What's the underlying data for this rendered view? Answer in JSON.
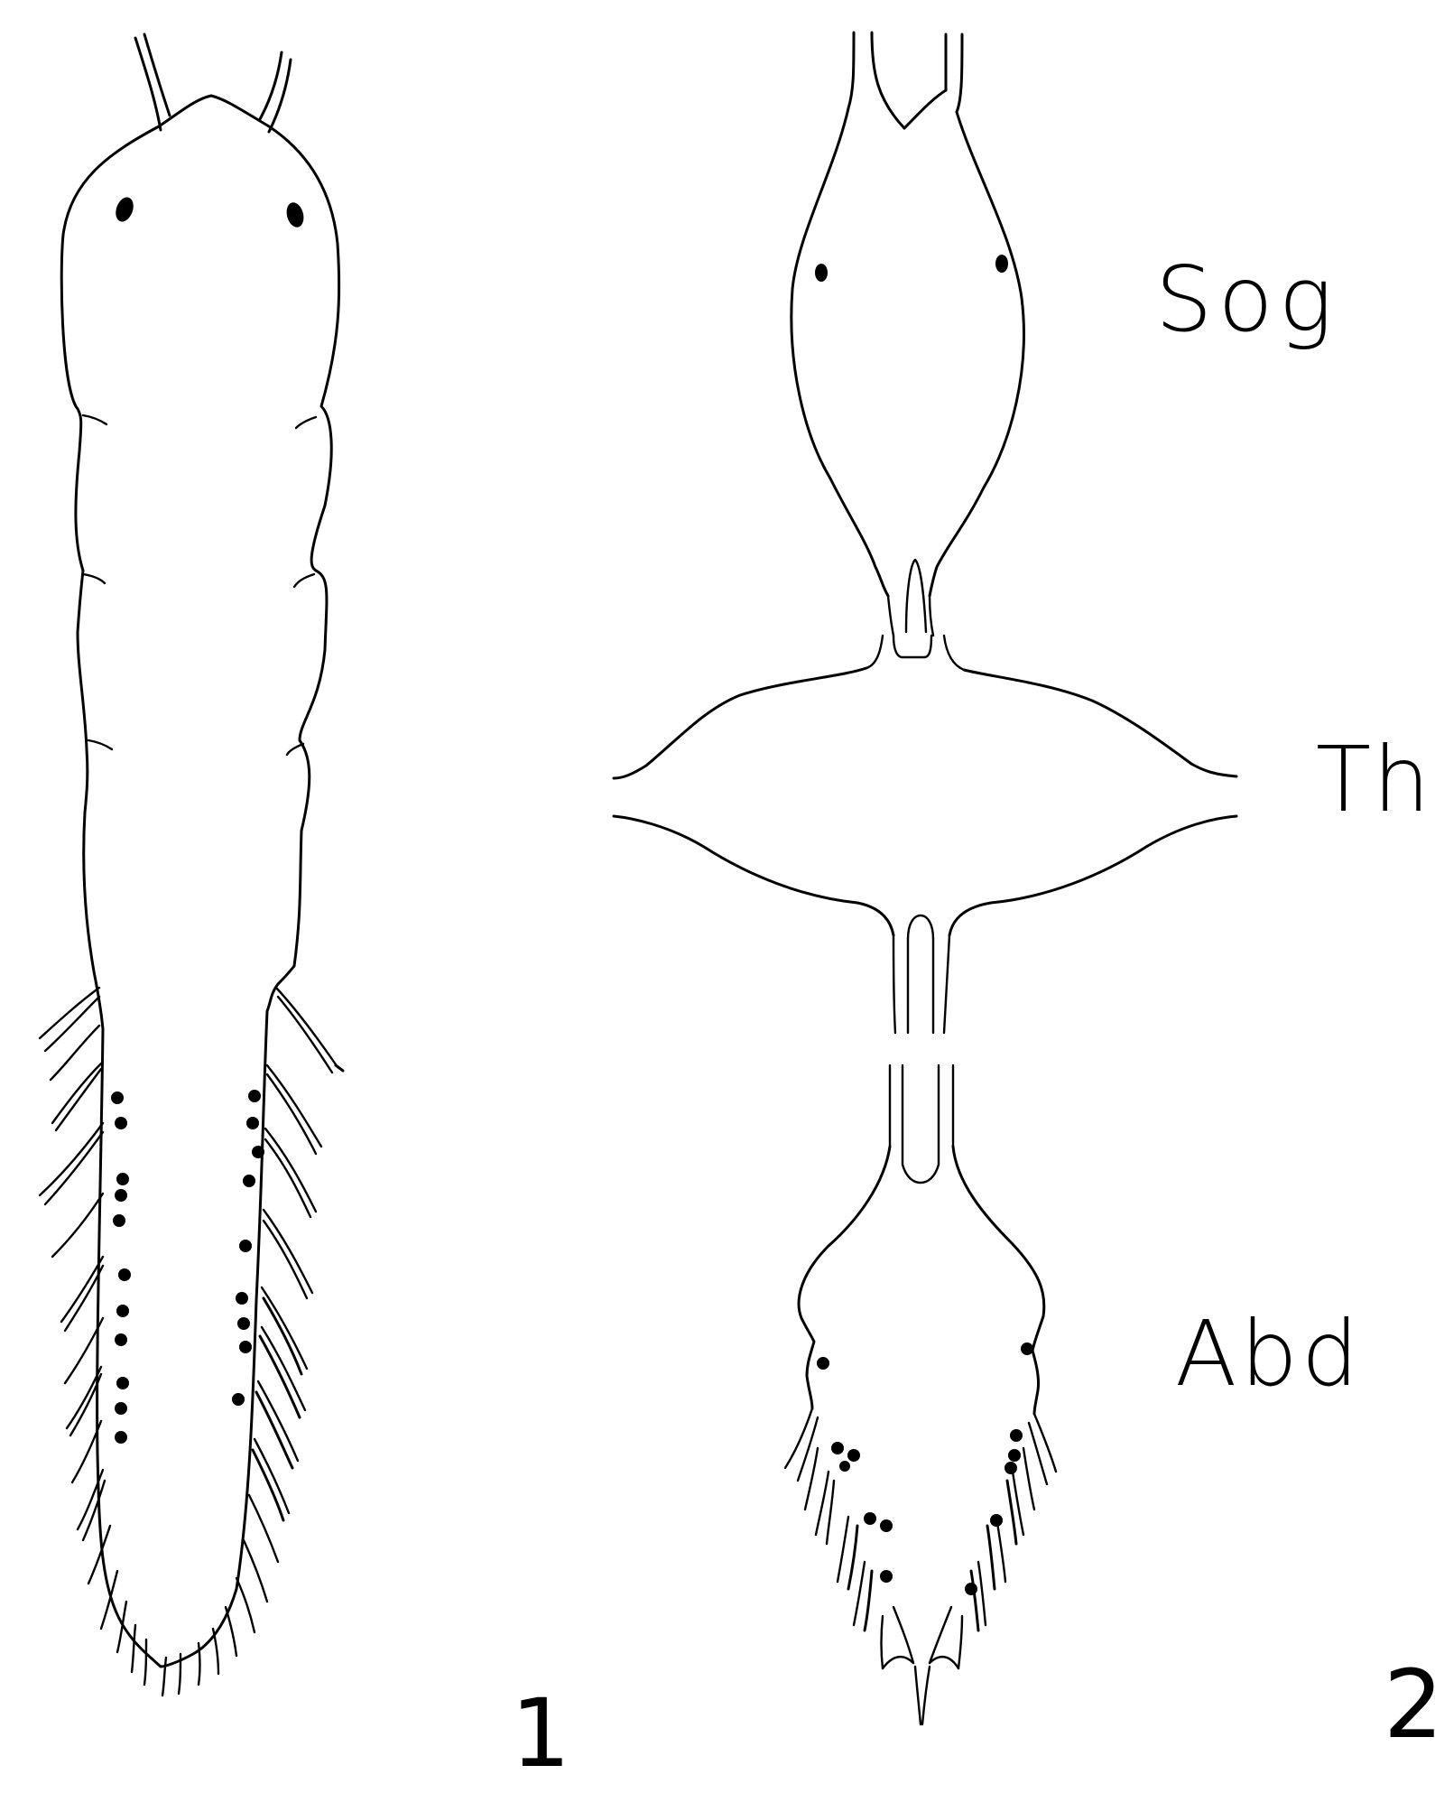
{
  "figure": {
    "labels": {
      "sog": "Sog",
      "th": "Th",
      "abd": "Abd",
      "figure_1": "1",
      "figure_2": "2"
    }
  }
}
